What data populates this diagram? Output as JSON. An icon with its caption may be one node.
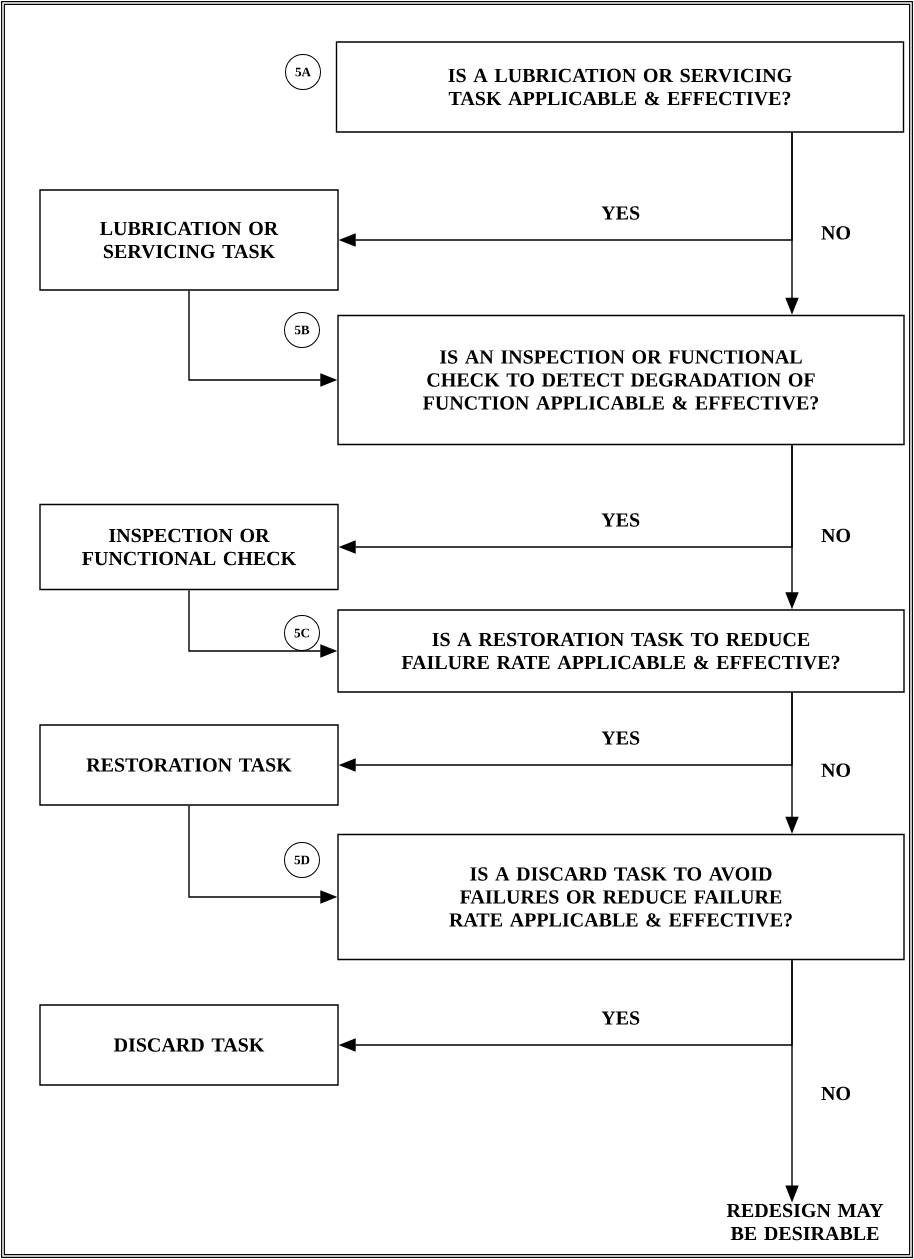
{
  "diagram": {
    "nodes": [
      {
        "text": [
          "5A"
        ]
      },
      {
        "text": [
          "IS A LUBRICATION OR SERVICING TASK APPLICABLE & EFFECTIVE?"
        ]
      },
      {
        "text": [
          "LUBRICATION OR SERVICING TASK"
        ]
      },
      {
        "text": [
          "5B"
        ]
      },
      {
        "text": [
          "IS AN INSPECTION OR FUNCTIONAL CHECK TO DETECT DEGRADATION OF FUNCTION APPLICABLE & EFFECTIVE?"
        ]
      },
      {
        "text": [
          "INSPECTION OR FUNCTIONAL CHECK"
        ]
      },
      {
        "text": [
          "5C"
        ]
      },
      {
        "text": [
          "IS A RESTORATION TASK TO REDUCE FAILURE RATE APPLICABLE & EFFECTIVE?"
        ]
      },
      {
        "text": [
          "RESTORATION TASK"
        ]
      },
      {
        "text": [
          "5D"
        ]
      },
      {
        "text": [
          "IS A DISCARD TASK TO AVOID FAILURES OR REDUCE FAILURE RATE APPLICABLE & EFFECTIVE?"
        ]
      },
      {
        "text": [
          "DISCARD TASK"
        ]
      },
      {
        "text": [
          "REDESIGN MAY BE DESIRABLE"
        ]
      }
    ],
    "edges": [
      {
        "from": 1,
        "to": 2,
        "arrow": "to",
        "label": "YES"
      },
      {
        "from": 1,
        "to": 4,
        "arrow": "to",
        "label": "NO"
      },
      {
        "from": 2,
        "to": 4,
        "arrow": "to"
      },
      {
        "from": 4,
        "to": 5,
        "arrow": "to",
        "label": "YES"
      },
      {
        "from": 4,
        "to": 7,
        "arrow": "to",
        "label": "NO"
      },
      {
        "from": 5,
        "to": 7,
        "arrow": "to"
      },
      {
        "from": 7,
        "to": 8,
        "arrow": "to",
        "label": "YES"
      },
      {
        "from": 7,
        "to": 10,
        "arrow": "to",
        "label": "NO"
      },
      {
        "from": 8,
        "to": 10,
        "arrow": "to"
      },
      {
        "from": 10,
        "to": 11,
        "arrow": "to",
        "label": "YES"
      },
      {
        "from": 10,
        "to": 12,
        "arrow": "to",
        "label": "NO"
      }
    ]
  }
}
